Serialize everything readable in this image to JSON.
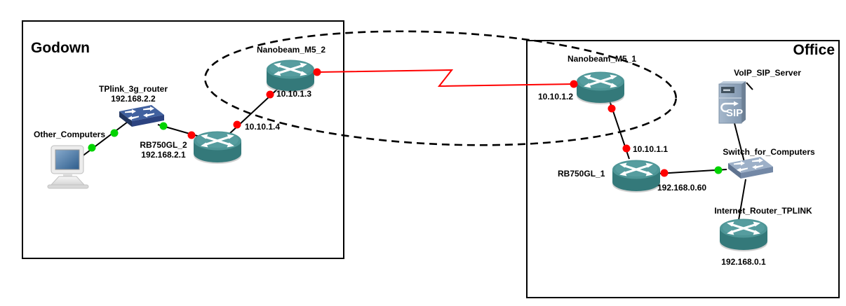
{
  "regions": {
    "godown": {
      "title": "Godown"
    },
    "office": {
      "title": "Office"
    }
  },
  "nodes": {
    "other_computers": {
      "label": "Other_Computers"
    },
    "tplink_3g_router": {
      "label": "TPlink_3g_router",
      "ip": "192.168.2.2"
    },
    "rb750gl_2": {
      "label": "RB750GL_2",
      "ip": "192.168.2.1"
    },
    "nanobeam_m5_2": {
      "label": "Nanobeam_M5_2"
    },
    "nanobeam_m5_1": {
      "label": "Nanobeam_M5_1"
    },
    "rb750gl_1": {
      "label": "RB750GL_1"
    },
    "voip_sip_server": {
      "label": "VoIP_SIP_Server",
      "icon_text": "SIP"
    },
    "switch_for_computers": {
      "label": "Switch_for_Computers"
    },
    "internet_router_tplink": {
      "label": "Internet_Router_TPLINK",
      "ip": "192.168.0.1"
    }
  },
  "link_labels": {
    "nanobeam_m5_2_if": {
      "text": "10.10.1.3"
    },
    "rb750gl_2_wan_if": {
      "text": "10.10.1.4"
    },
    "nanobeam_m5_1_if": {
      "text": "10.10.1.2"
    },
    "rb750gl_1_wan_if": {
      "text": "10.10.1.1"
    },
    "rb750gl_1_lan_if": {
      "text": "192.168.0.60"
    }
  },
  "colors": {
    "status_up": "#00d300",
    "status_down": "#ff0000",
    "wireless_link": "#ff0000",
    "link": "#000000"
  }
}
